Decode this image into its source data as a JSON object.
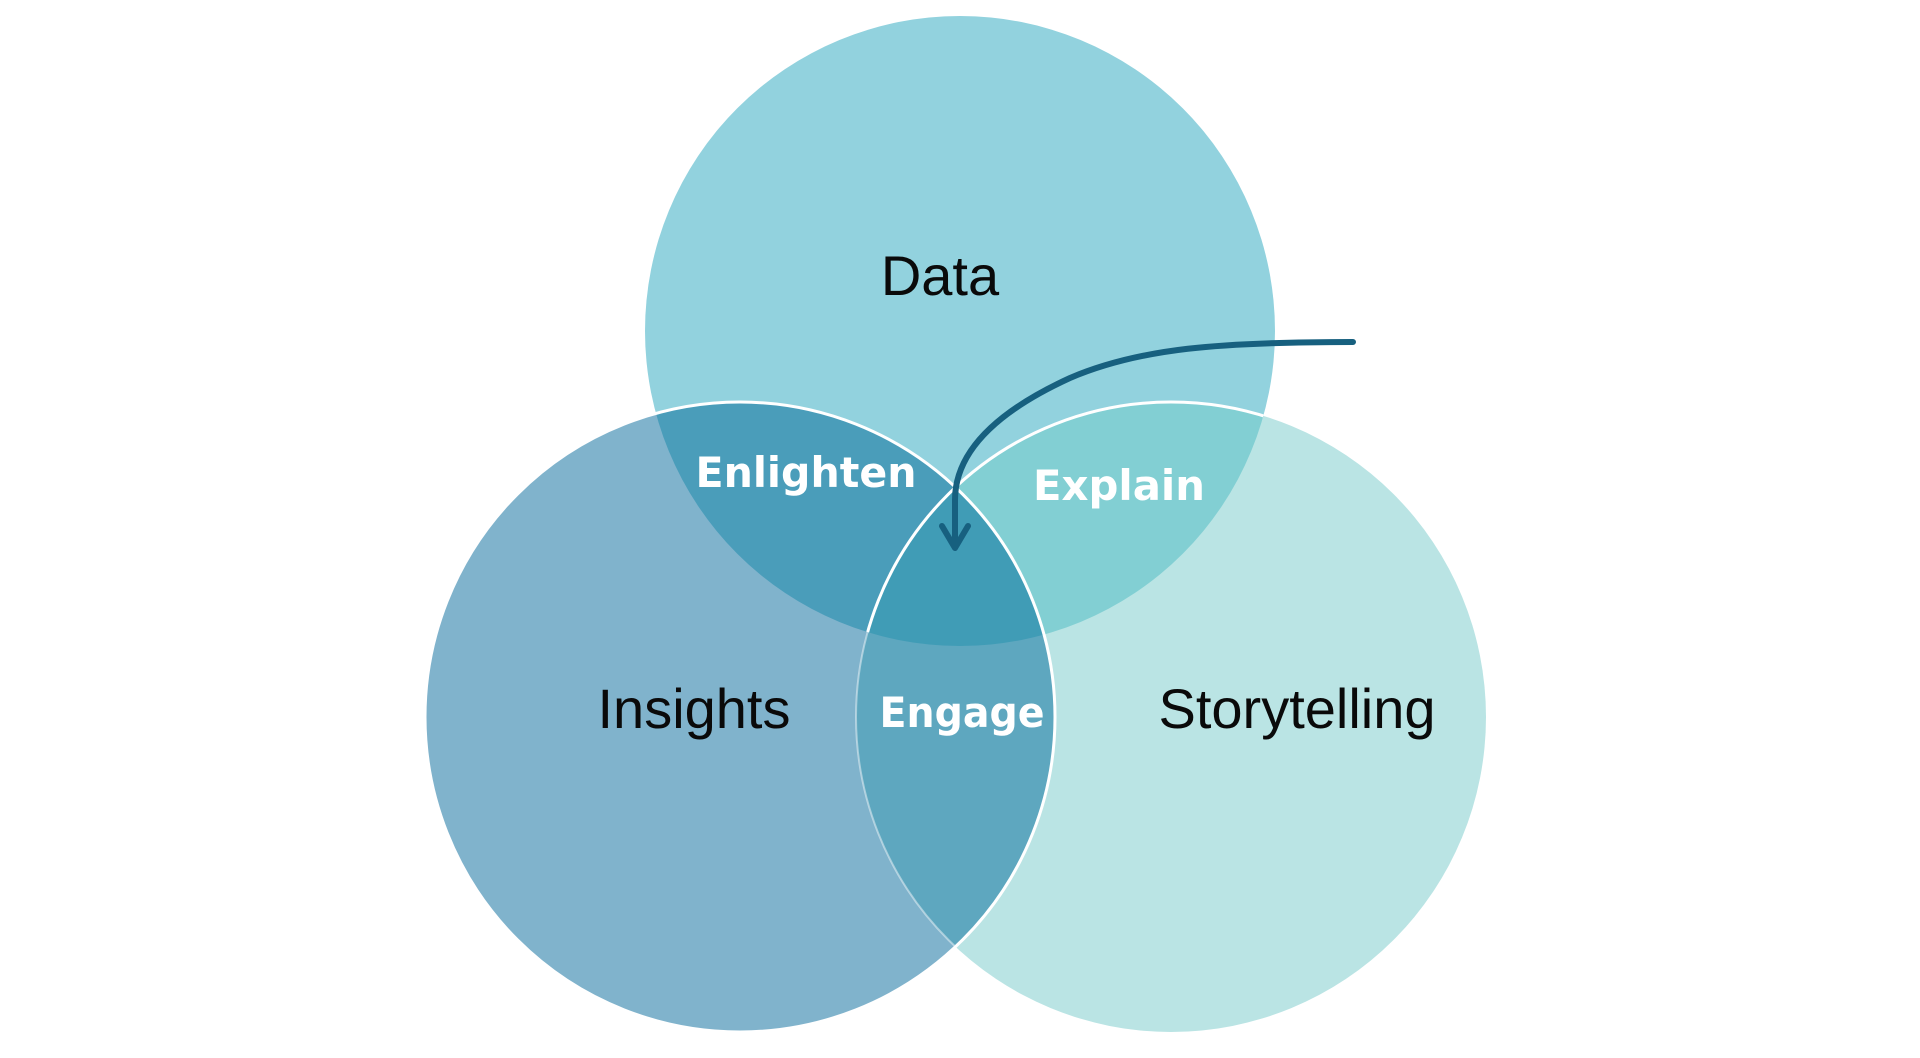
{
  "diagram": {
    "type": "venn",
    "sets": [
      {
        "id": "data",
        "label": "Data",
        "color": "#92d2de"
      },
      {
        "id": "insights",
        "label": "Insights",
        "color": "#80b3cc"
      },
      {
        "id": "storytelling",
        "label": "Storytelling",
        "color": "#bae4e4"
      }
    ],
    "intersections": [
      {
        "sets": [
          "data",
          "insights"
        ],
        "label": "Enlighten",
        "color": "#4a9dba"
      },
      {
        "sets": [
          "data",
          "storytelling"
        ],
        "label": "Explain",
        "color": "#82cfd3"
      },
      {
        "sets": [
          "insights",
          "storytelling"
        ],
        "label": "Engage",
        "color": "#5ea7bf"
      },
      {
        "sets": [
          "data",
          "insights",
          "storytelling"
        ],
        "label": "",
        "color": "#409cb6"
      }
    ],
    "arrow": {
      "color": "#17607f",
      "points_to": "Engage"
    },
    "outline_color": "#ffffff"
  }
}
